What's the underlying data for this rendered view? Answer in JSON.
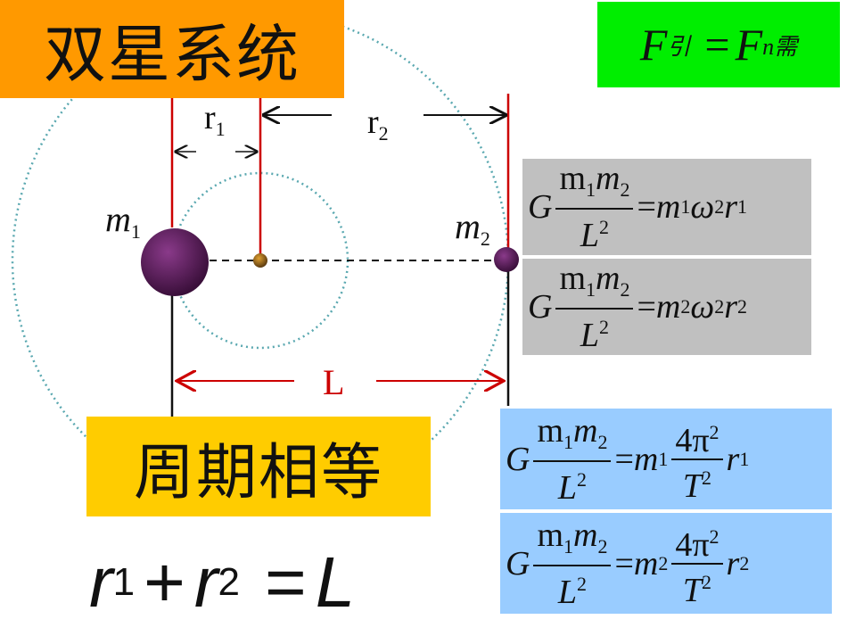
{
  "title": "双星系统",
  "force_eq": {
    "F": "F",
    "sub1": "引",
    "eq": "=",
    "F2": "F",
    "sub2": "n需"
  },
  "labels": {
    "r1": "r",
    "r1_sub": "1",
    "r2": "r",
    "r2_sub": "2",
    "m1": "m",
    "m1_sub": "1",
    "m2": "m",
    "m2_sub": "2",
    "L": "L"
  },
  "period": "周期相等",
  "sum": {
    "r1": "r",
    "s1": "1",
    "plus": "+",
    "r2": "r",
    "s2": "2",
    "eq": "=",
    "L": "L"
  },
  "equations": {
    "G": "G",
    "m1": "m",
    "one": "1",
    "m2": "m",
    "two": "2",
    "L": "L",
    "eq": "=",
    "omega": "ω",
    "r": "r",
    "four_pi": "4π",
    "T": "T"
  },
  "colors": {
    "title_bg": "#ff9900",
    "force_bg": "#00ee00",
    "period_bg": "#ffcc00",
    "gray_bg": "#c0c0c0",
    "blue_bg": "#99ccff",
    "red_line": "#cc0000"
  }
}
